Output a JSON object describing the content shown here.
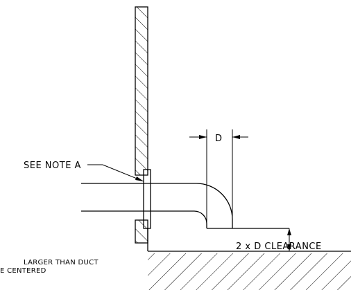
{
  "labels": {
    "dimension_d": "D",
    "see_note": "SEE NOTE A",
    "clearance": "2 x D CLEARANCE",
    "note_line_1": "LARGER THAN DUCT",
    "note_line_2": "E CENTERED"
  }
}
